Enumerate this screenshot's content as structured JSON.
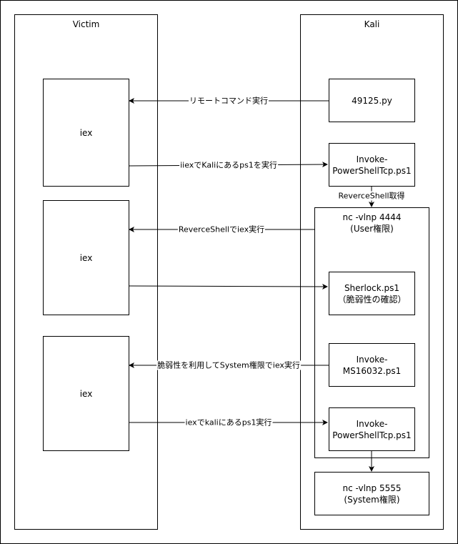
{
  "lanes": {
    "victim": {
      "title": "Victim"
    },
    "kali": {
      "title": "Kali"
    }
  },
  "victim_nodes": {
    "iex1": "iex",
    "iex2": "iex",
    "iex3": "iex"
  },
  "kali_nodes": {
    "exploit_py": "49125.py",
    "invoke_tcp_1": "Invoke-\nPowerShellTcp.ps1",
    "listener_4444": "nc -vlnp 4444\n(User権限)",
    "sherlock": "Sherlock.ps1\n（脆弱性の確認）",
    "ms16032": "Invoke-MS16032.ps1",
    "invoke_tcp_2": "Invoke-\nPowerShellTcp.ps1",
    "listener_5555": "nc -vlnp 5555\n(System権限)"
  },
  "edges": {
    "remote_cmd": "リモートコマンド実行",
    "iex_run_ps1": "iiexでKaliにあるps1を実行",
    "reverse_get": "ReverceShell取得",
    "reverse_iex": "ReverceShellでiex実行",
    "vuln_system": "脆弱性を利用してSystem権限でiex実行",
    "iex_kali_ps1": "iexでkaliにあるps1実行"
  }
}
